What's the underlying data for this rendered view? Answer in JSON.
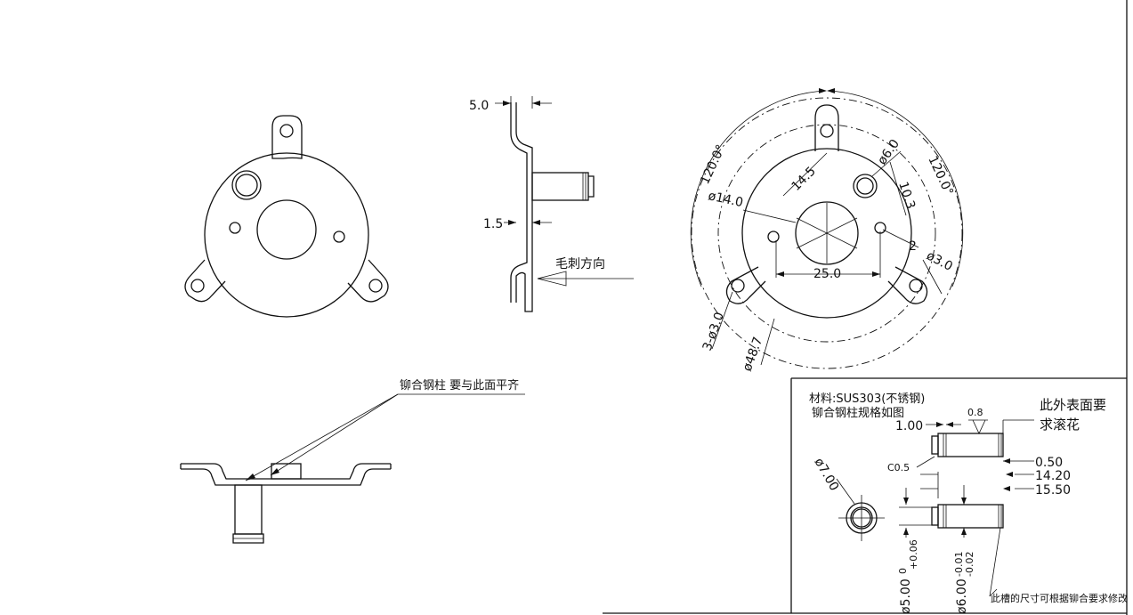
{
  "side_view": {
    "dim_top": "5.0",
    "dim_mid": "1.5",
    "burr_label": "毛刺方向"
  },
  "front_view": {
    "dim_120_left": "120.0°",
    "dim_120_right": "120.0°",
    "dim_phi14": "ø14.0",
    "dim_14_5": "14.5",
    "dim_phi6": "ø6.0",
    "dim_10_3": "10.3",
    "dim_2": "2",
    "dim_phi3_right": "ø3.0",
    "dim_25": "25.0",
    "dim_3_phi3": "3-ø3.0",
    "dim_phi48_7": "ø48.7"
  },
  "bottom_view": {
    "note": "铆合钢柱 要与此面平齐"
  },
  "detail": {
    "material": "材料:SUS303(不锈钢)",
    "spec": "铆合钢柱规格如图",
    "knurl_line1": "此外表面要",
    "knurl_line2": "求滚花",
    "d_1_00": "1.00",
    "d_0_8": "0.8",
    "d_c0_5": "C0.5",
    "d_0_50": "0.50",
    "d_14_20": "14.20",
    "d_15_50": "15.50",
    "d_phi7": "ø7.00",
    "d_phi5": "ø5.00",
    "d_phi5_tol_up": "+0.06",
    "d_phi5_tol_low": "0",
    "d_phi6": "ø6.00",
    "d_phi6_tol_up": "-0.01",
    "d_phi6_tol_low": "-0.02",
    "footnote": "此槽的尺寸可根据铆合要求修改"
  }
}
